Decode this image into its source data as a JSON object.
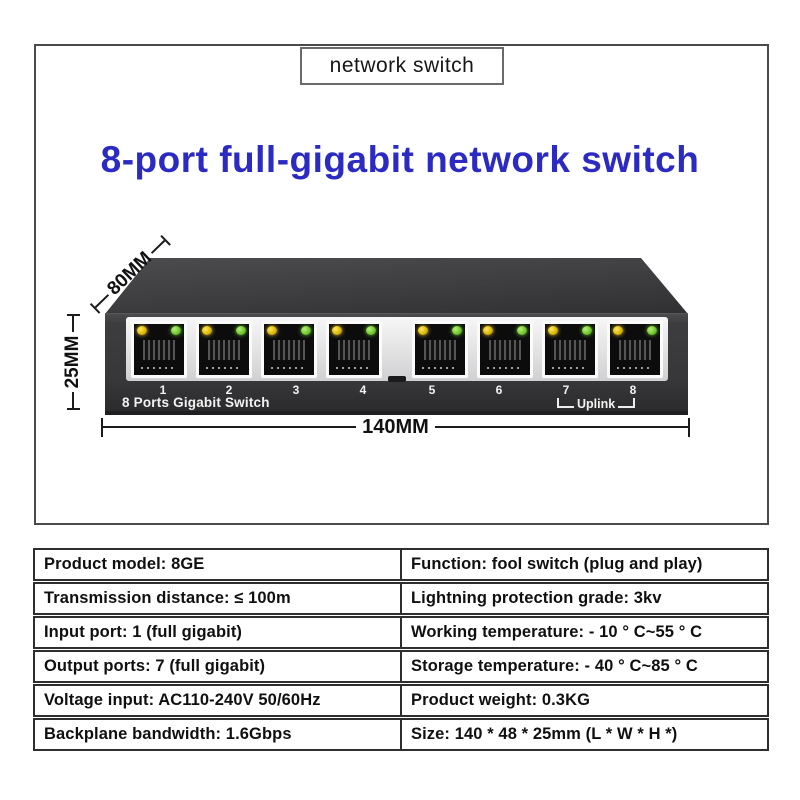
{
  "banner": {
    "label": "network switch"
  },
  "title": {
    "text": "8-port full-gigabit network switch",
    "color": "#2b2bc4"
  },
  "device": {
    "ports": [
      "1",
      "2",
      "3",
      "4",
      "5",
      "6",
      "7",
      "8"
    ],
    "panel_label": "8 Ports Gigabit Switch",
    "uplink_label": "Uplink",
    "led_colors": {
      "left": "#d9b400",
      "right": "#6cc428"
    },
    "body_color": "#3d3d3f",
    "port_panel_color": "#e6e6e8"
  },
  "dimensions": {
    "depth": "80MM",
    "height": "25MM",
    "width": "140MM"
  },
  "spec_table": {
    "rows": [
      {
        "left": "Product model: 8GE",
        "right": "Function: fool switch (plug and play)"
      },
      {
        "left": "Transmission distance: ≤ 100m",
        "right": "Lightning protection grade: 3kv"
      },
      {
        "left": "Input port: 1 (full gigabit)",
        "right": "Working temperature: - 10 ° C~55 ° C"
      },
      {
        "left": "Output ports: 7 (full gigabit)",
        "right": "Storage temperature: - 40 ° C~85 ° C"
      },
      {
        "left": "Voltage input: AC110-240V 50/60Hz",
        "right": "Product weight: 0.3KG"
      },
      {
        "left": "Backplane bandwidth: 1.6Gbps",
        "right": "Size: 140 * 48 * 25mm (L * W * H *)"
      }
    ]
  }
}
